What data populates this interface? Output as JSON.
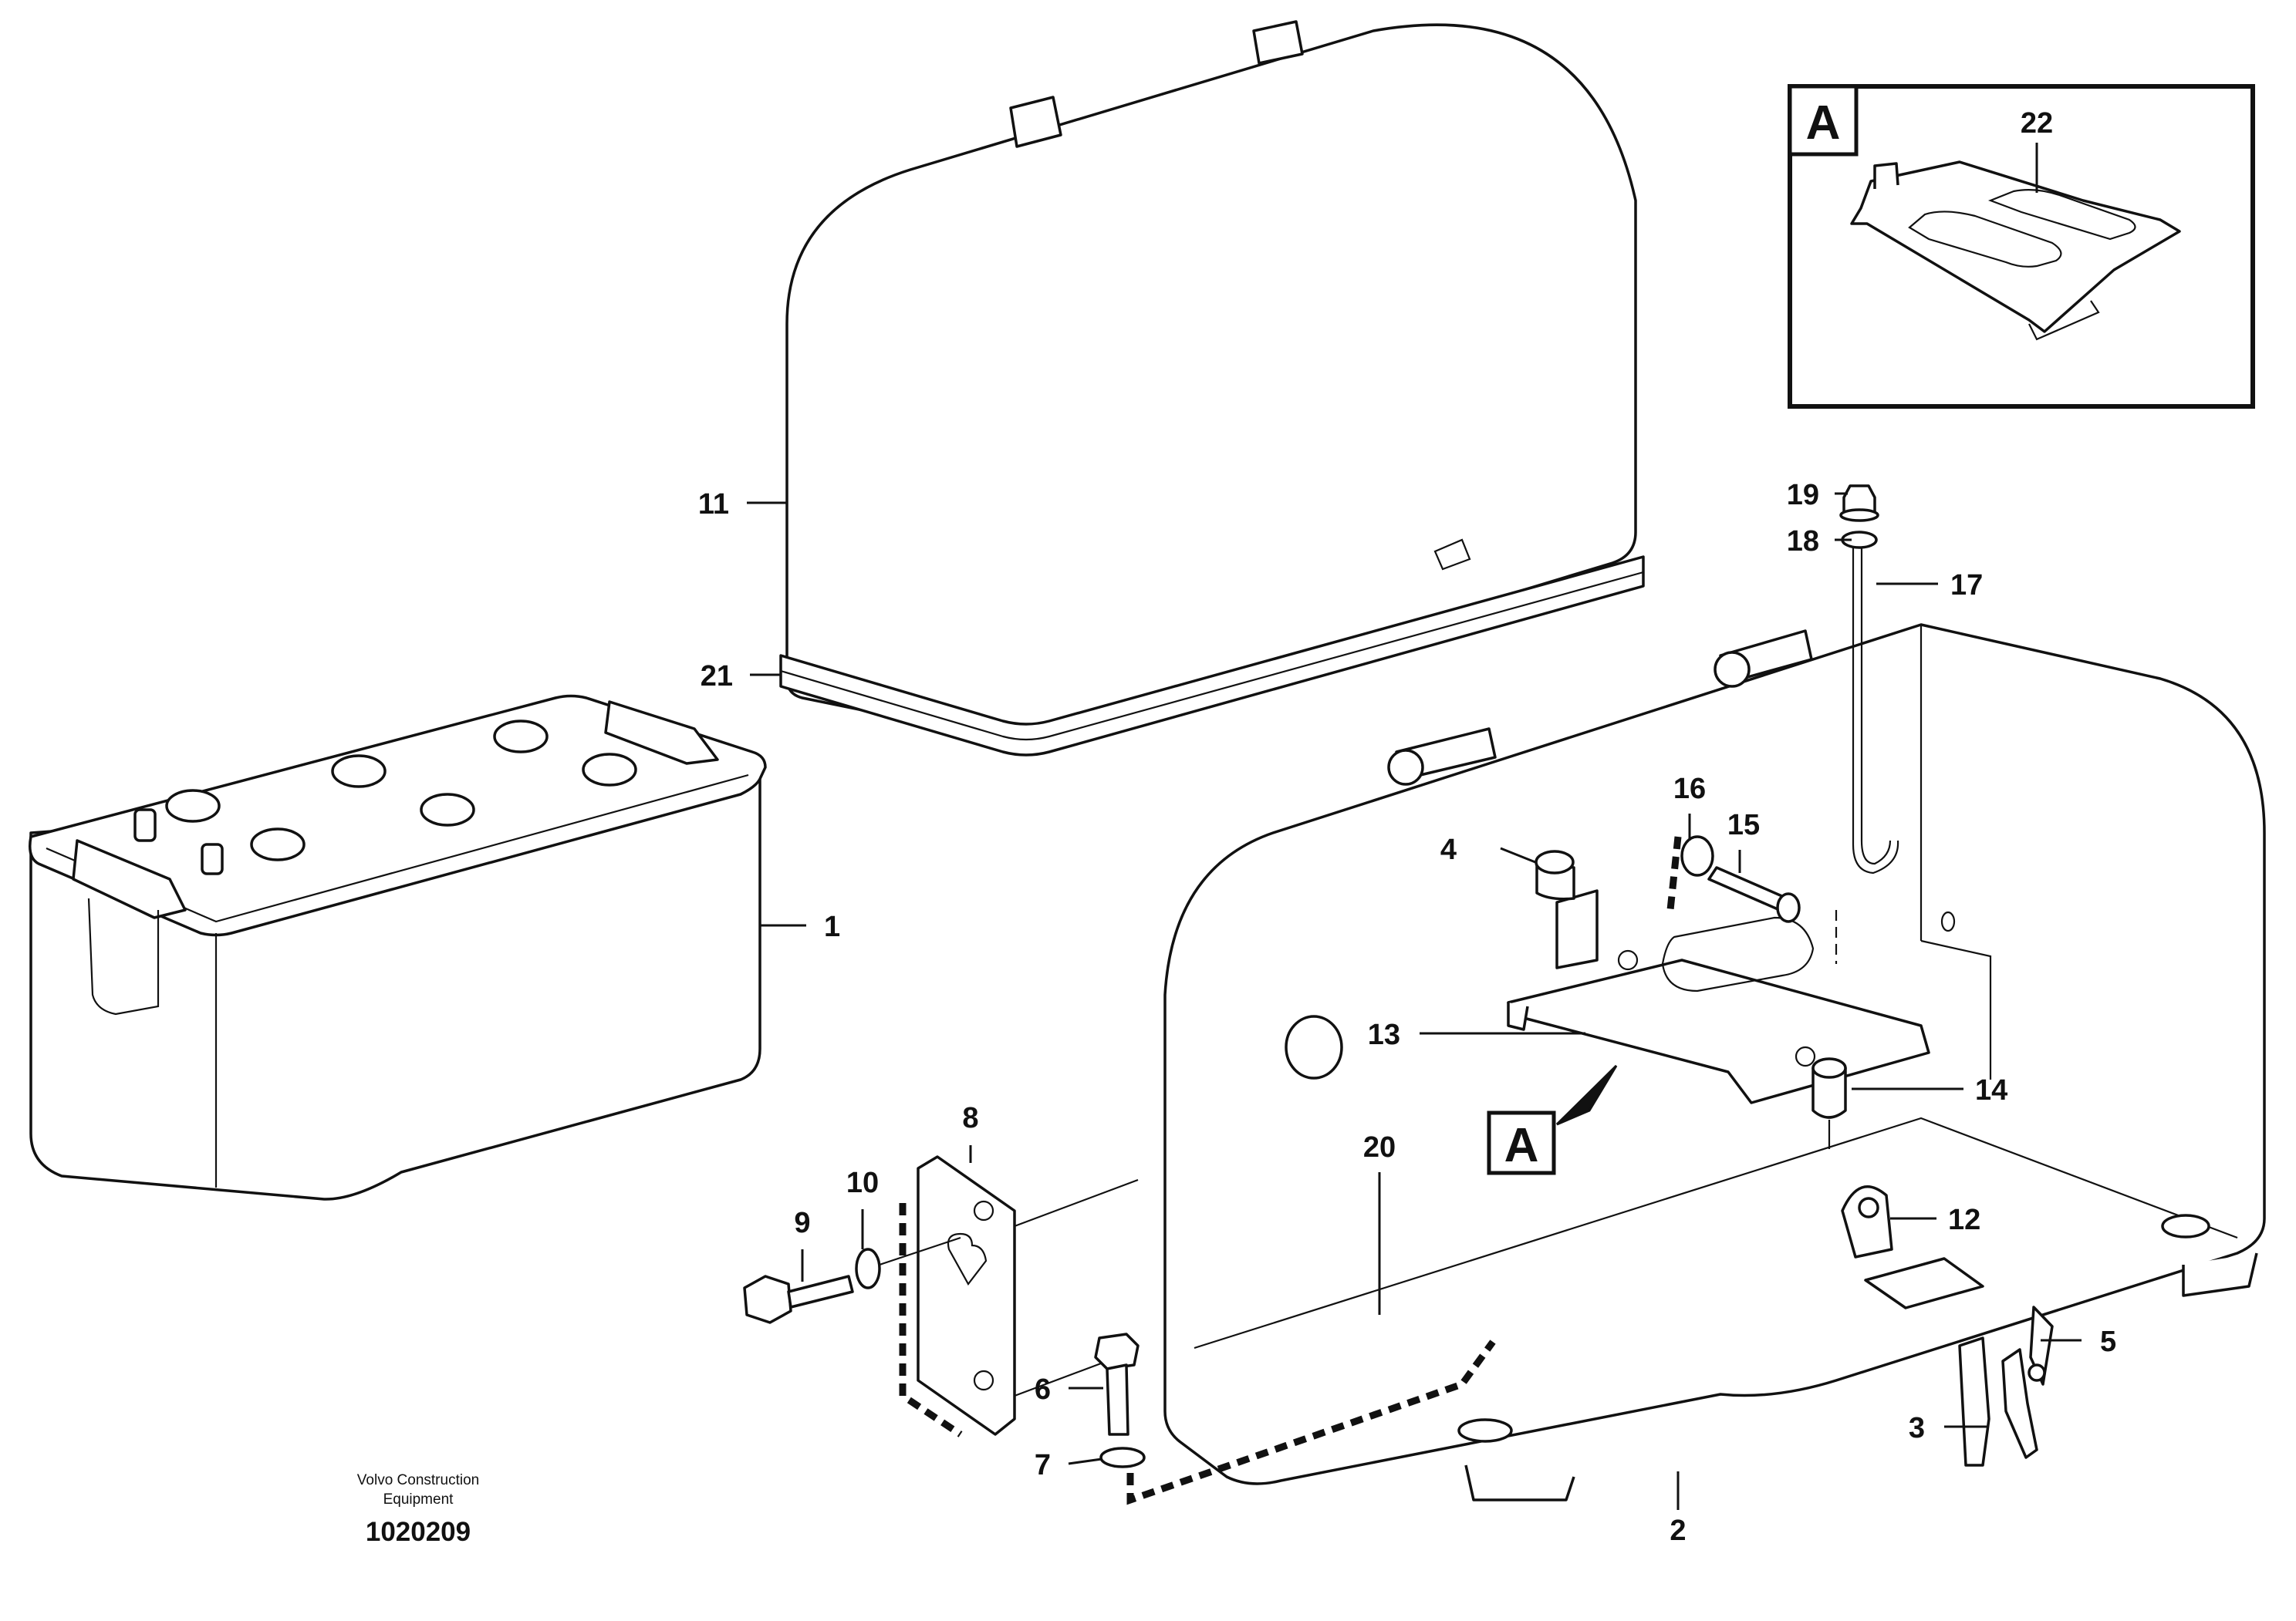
{
  "callouts": {
    "p1": "1",
    "p2": "2",
    "p3": "3",
    "p4": "4",
    "p5": "5",
    "p6": "6",
    "p7": "7",
    "p8": "8",
    "p9": "9",
    "p10": "10",
    "p11": "11",
    "p12": "12",
    "p13": "13",
    "p14": "14",
    "p15": "15",
    "p16": "16",
    "p17": "17",
    "p18": "18",
    "p19": "19",
    "p20": "20",
    "p21": "21",
    "p22": "22"
  },
  "detail_marker": "A",
  "footer": {
    "company_line1": "Volvo Construction",
    "company_line2": "Equipment",
    "drawing_number": "1020209"
  }
}
